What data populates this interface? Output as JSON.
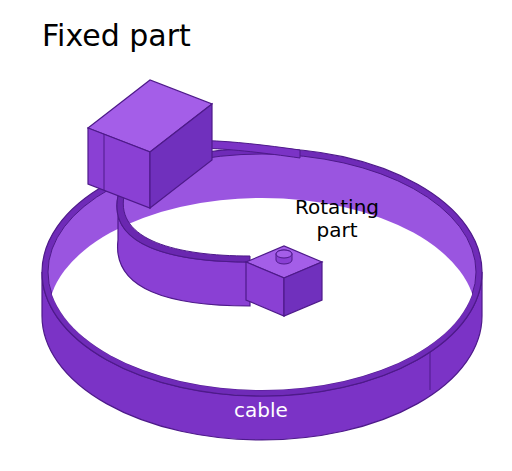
{
  "diagram": {
    "labels": [
      "Fixed part",
      "Rotating part",
      "cable"
    ]
  }
}
